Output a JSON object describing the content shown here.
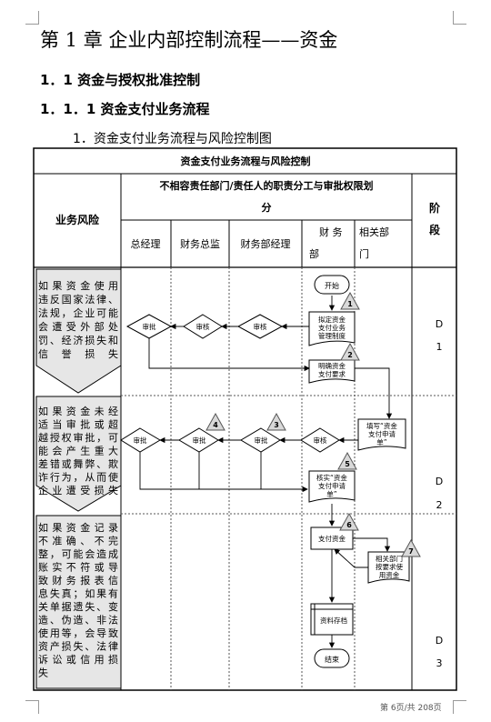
{
  "heading": {
    "chapter": "第 1 章    企业内部控制流程——资金",
    "section": "1．1    资金与授权批准控制",
    "subsection": "1．1．1    资金支付业务流程",
    "item": "1．资金支付业务流程与风险控制图"
  },
  "table": {
    "title": "资金支付业务流程与风险控制",
    "risk_header": "业务风险",
    "dept_header_line1": "不相容责任部门/责任人的职责分工与审批权限划",
    "dept_header_line2": "分",
    "stage_header_line1": "阶",
    "stage_header_line2": "段",
    "columns": {
      "general_manager": "总经理",
      "finance_director": "财务总监",
      "finance_manager": "财务部经理",
      "finance_dept_line1": "财  务",
      "finance_dept_line2": "部",
      "related_dept_line1": "相关部",
      "related_dept_line2": "门"
    }
  },
  "risks": [
    {
      "lines": [
        "如果资金使用",
        "违反国家法律、",
        "法规，企业可能",
        "会遭受外部处",
        "罚、经济损失和",
        "信誉损失"
      ]
    },
    {
      "lines": [
        "如果资金未经",
        "适当审批或超",
        "越授权审批，可",
        "能会产生重大",
        "差错或舞弊、欺",
        "诈行为，从而使",
        "企业遭受损失"
      ]
    },
    {
      "lines": [
        "如果资金记录",
        "不准确、不完",
        "整，可能会造成",
        "账实不符或导",
        "致财务报表信",
        "息失真；如果有",
        "关单据遗失、变",
        "造、伪造、非法",
        "使用等，会导致",
        "资产损失、法律",
        "诉讼或信用损",
        "失"
      ]
    }
  ],
  "stages": [
    {
      "code": "D",
      "num": "1"
    },
    {
      "code": "D",
      "num": "2"
    },
    {
      "code": "D",
      "num": "3"
    }
  ],
  "flow": {
    "start": "开始",
    "step_draft_lines": [
      "拟定资金",
      "支付业务",
      "管理制度"
    ],
    "step_clarify_lines": [
      "明确资金",
      "支付要求"
    ],
    "step_fill_lines": [
      "填写“资金",
      "支付申请",
      "单”"
    ],
    "step_check_lines": [
      "核实“资金",
      "支付申请",
      "单”"
    ],
    "step_pay": "支付资金",
    "step_use_lines": [
      "相关部门",
      "按要求使",
      "用资金"
    ],
    "step_archive": "资料存档",
    "end": "结束",
    "approve": "审批",
    "review": "审核",
    "markers": [
      "1",
      "2",
      "3",
      "4",
      "5",
      "6",
      "7"
    ]
  },
  "footer": "第 6页/共 208页"
}
